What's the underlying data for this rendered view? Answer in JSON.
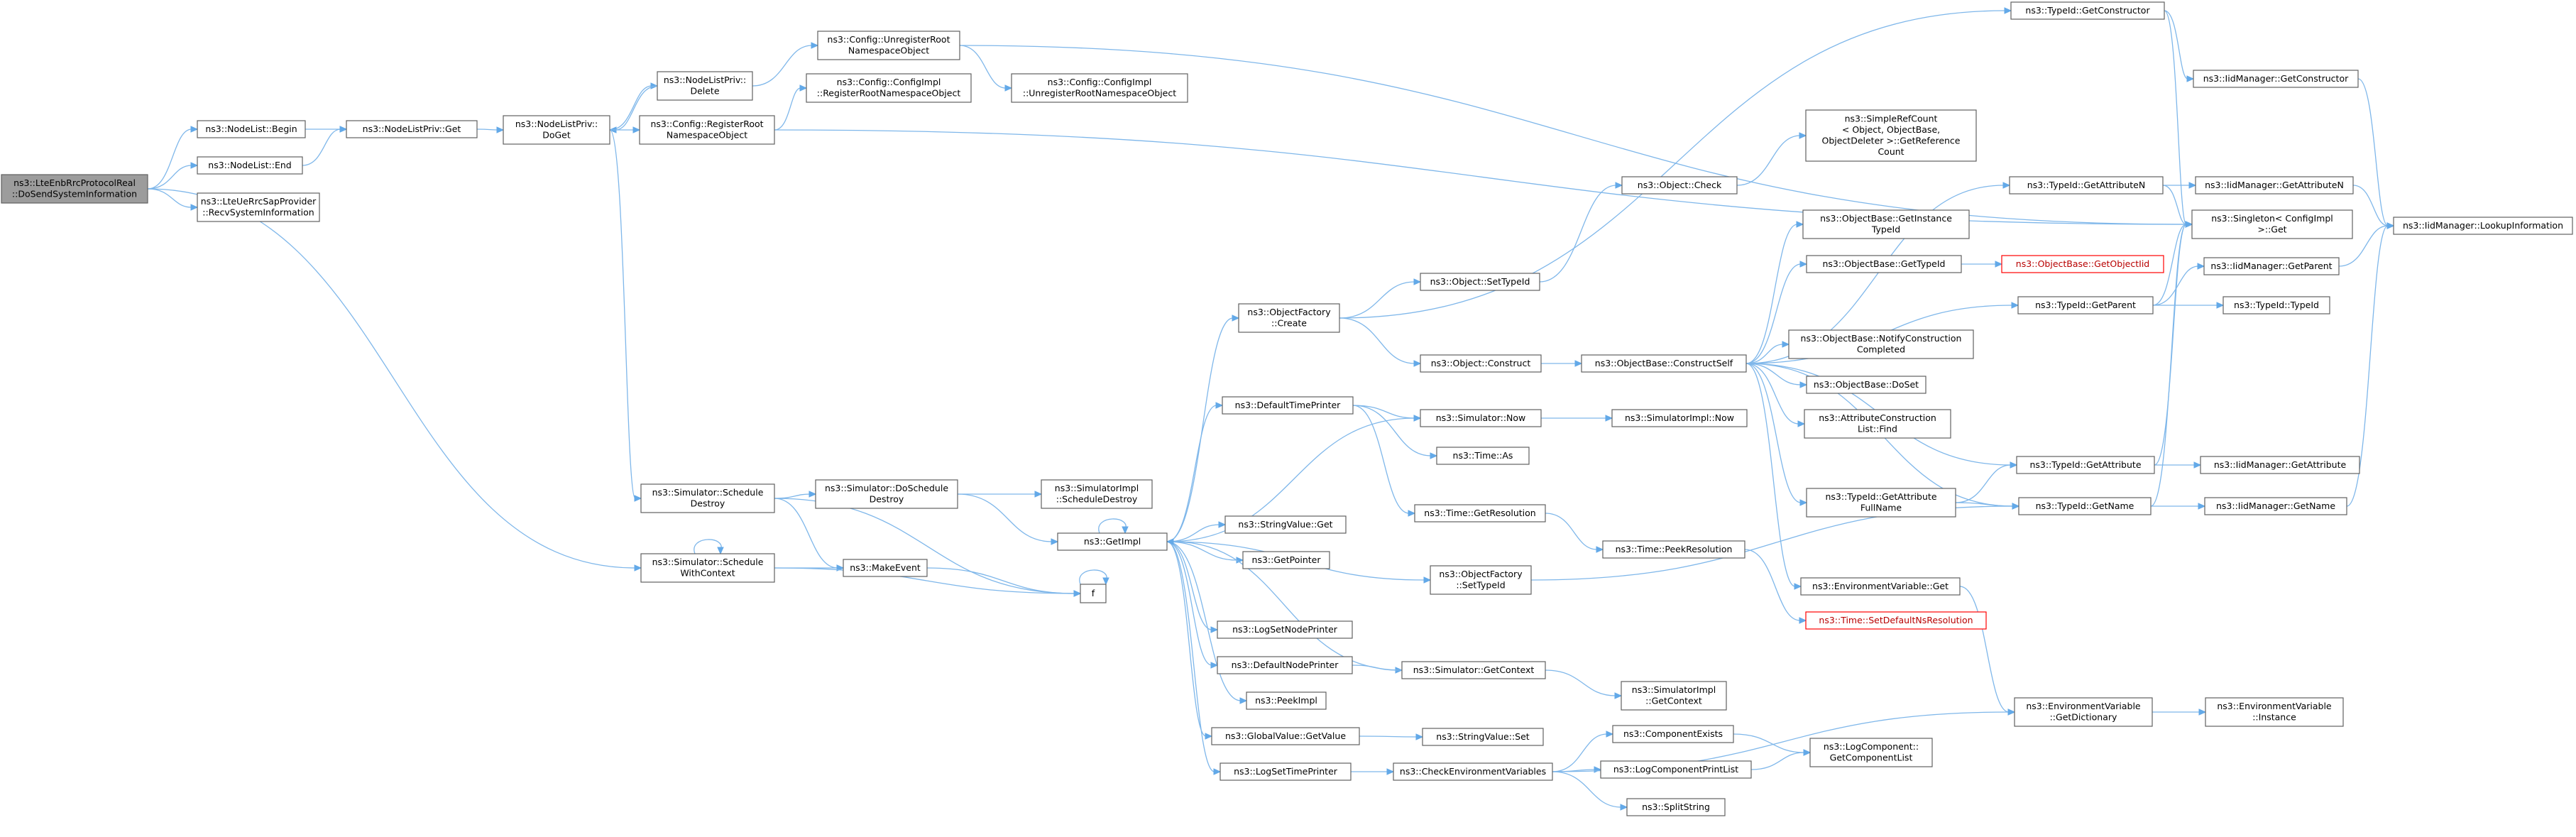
{
  "nodes": [
    {
      "id": "root",
      "lines": [
        "ns3::LteEnbRrcProtocolReal",
        "::DoSendSystemInformation"
      ],
      "style": "root"
    },
    {
      "id": "nl_begin",
      "lines": [
        "ns3::NodeList::Begin"
      ]
    },
    {
      "id": "nl_end",
      "lines": [
        "ns3::NodeList::End"
      ]
    },
    {
      "id": "recv_si",
      "lines": [
        "ns3::LteUeRrcSapProvider",
        "::RecvSystemInformation"
      ]
    },
    {
      "id": "nlp_get",
      "lines": [
        "ns3::NodeListPriv::Get"
      ]
    },
    {
      "id": "nlp_delete",
      "lines": [
        "ns3::NodeListPriv::",
        "Delete"
      ]
    },
    {
      "id": "nlp_doget",
      "lines": [
        "ns3::NodeListPriv::",
        "DoGet"
      ]
    },
    {
      "id": "cfg_unreg",
      "lines": [
        "ns3::Config::UnregisterRoot",
        "NamespaceObject"
      ]
    },
    {
      "id": "cfgimpl_reg",
      "lines": [
        "ns3::Config::ConfigImpl",
        "::RegisterRootNamespaceObject"
      ]
    },
    {
      "id": "cfgimpl_unreg",
      "lines": [
        "ns3::Config::ConfigImpl",
        "::UnregisterRootNamespaceObject"
      ]
    },
    {
      "id": "cfg_reg",
      "lines": [
        "ns3::Config::RegisterRoot",
        "NamespaceObject"
      ]
    },
    {
      "id": "sim_sched_destroy",
      "lines": [
        "ns3::Simulator::Schedule",
        "Destroy"
      ]
    },
    {
      "id": "sim_sched_ctx",
      "lines": [
        "ns3::Simulator::Schedule",
        "WithContext"
      ]
    },
    {
      "id": "sim_do_sched_destroy",
      "lines": [
        "ns3::Simulator::DoSchedule",
        "Destroy"
      ]
    },
    {
      "id": "make_event",
      "lines": [
        "ns3::MakeEvent"
      ]
    },
    {
      "id": "f",
      "lines": [
        "f"
      ]
    },
    {
      "id": "simimpl_sched_destroy",
      "lines": [
        "ns3::SimulatorImpl",
        "::ScheduleDestroy"
      ]
    },
    {
      "id": "get_impl",
      "lines": [
        "ns3::GetImpl"
      ]
    },
    {
      "id": "obj_factory_create",
      "lines": [
        "ns3::ObjectFactory",
        "::Create"
      ]
    },
    {
      "id": "default_time_printer",
      "lines": [
        "ns3::DefaultTimePrinter"
      ]
    },
    {
      "id": "string_value_get",
      "lines": [
        "ns3::StringValue::Get"
      ]
    },
    {
      "id": "get_pointer",
      "lines": [
        "ns3::GetPointer"
      ]
    },
    {
      "id": "log_set_node_printer",
      "lines": [
        "ns3::LogSetNodePrinter"
      ]
    },
    {
      "id": "default_node_printer",
      "lines": [
        "ns3::DefaultNodePrinter"
      ]
    },
    {
      "id": "peek_impl",
      "lines": [
        "ns3::PeekImpl"
      ]
    },
    {
      "id": "global_value_get",
      "lines": [
        "ns3::GlobalValue::GetValue"
      ]
    },
    {
      "id": "log_set_time_printer",
      "lines": [
        "ns3::LogSetTimePrinter"
      ]
    },
    {
      "id": "typeid_get_ctor",
      "lines": [
        "ns3::TypeId::GetConstructor"
      ]
    },
    {
      "id": "iid_get_ctor",
      "lines": [
        "ns3::IidManager::GetConstructor"
      ]
    },
    {
      "id": "simple_ref_count",
      "lines": [
        "ns3::SimpleRefCount",
        "< Object, ObjectBase,",
        "ObjectDeleter >::GetReference",
        "Count"
      ]
    },
    {
      "id": "object_check",
      "lines": [
        "ns3::Object::Check"
      ]
    },
    {
      "id": "typeid_get_attr_n",
      "lines": [
        "ns3::TypeId::GetAttributeN"
      ]
    },
    {
      "id": "iid_get_attr_n",
      "lines": [
        "ns3::IidManager::GetAttributeN"
      ]
    },
    {
      "id": "singleton_get",
      "lines": [
        "ns3::Singleton< ConfigImpl",
        ">::Get"
      ]
    },
    {
      "id": "iid_lookup",
      "lines": [
        "ns3::IidManager::LookupInformation"
      ]
    },
    {
      "id": "ob_get_instance_tid",
      "lines": [
        "ns3::ObjectBase::GetInstance",
        "TypeId"
      ]
    },
    {
      "id": "ob_get_type_id",
      "lines": [
        "ns3::ObjectBase::GetTypeId"
      ]
    },
    {
      "id": "ob_get_object_iid",
      "lines": [
        "ns3::ObjectBase::GetObjectIid"
      ],
      "style": "red"
    },
    {
      "id": "iid_get_parent",
      "lines": [
        "ns3::IidManager::GetParent"
      ]
    },
    {
      "id": "typeid_get_parent",
      "lines": [
        "ns3::TypeId::GetParent"
      ]
    },
    {
      "id": "typeid_typeid",
      "lines": [
        "ns3::TypeId::TypeId"
      ]
    },
    {
      "id": "object_set_type_id",
      "lines": [
        "ns3::Object::SetTypeId"
      ]
    },
    {
      "id": "object_construct",
      "lines": [
        "ns3::Object::Construct"
      ]
    },
    {
      "id": "ob_construct_self",
      "lines": [
        "ns3::ObjectBase::ConstructSelf"
      ]
    },
    {
      "id": "ob_notify_construction",
      "lines": [
        "ns3::ObjectBase::NotifyConstruction",
        "Completed"
      ]
    },
    {
      "id": "ob_do_set",
      "lines": [
        "ns3::ObjectBase::DoSet"
      ]
    },
    {
      "id": "attr_construction_list_find",
      "lines": [
        "ns3::AttributeConstruction",
        "List::Find"
      ]
    },
    {
      "id": "simulator_now",
      "lines": [
        "ns3::Simulator::Now"
      ]
    },
    {
      "id": "simimpl_now",
      "lines": [
        "ns3::SimulatorImpl::Now"
      ]
    },
    {
      "id": "time_as",
      "lines": [
        "ns3::Time::As"
      ]
    },
    {
      "id": "typeid_get_attr",
      "lines": [
        "ns3::TypeId::GetAttribute"
      ]
    },
    {
      "id": "iid_get_attr",
      "lines": [
        "ns3::IidManager::GetAttribute"
      ]
    },
    {
      "id": "typeid_get_attr_full",
      "lines": [
        "ns3::TypeId::GetAttribute",
        "FullName"
      ]
    },
    {
      "id": "typeid_get_name",
      "lines": [
        "ns3::TypeId::GetName"
      ]
    },
    {
      "id": "iid_get_name",
      "lines": [
        "ns3::IidManager::GetName"
      ]
    },
    {
      "id": "time_get_resolution",
      "lines": [
        "ns3::Time::GetResolution"
      ]
    },
    {
      "id": "time_peek_resolution",
      "lines": [
        "ns3::Time::PeekResolution"
      ]
    },
    {
      "id": "obj_factory_set_tid",
      "lines": [
        "ns3::ObjectFactory",
        "::SetTypeId"
      ]
    },
    {
      "id": "env_var_get",
      "lines": [
        "ns3::EnvironmentVariable::Get"
      ]
    },
    {
      "id": "time_set_default_ns",
      "lines": [
        "ns3::Time::SetDefaultNsResolution"
      ],
      "style": "red"
    },
    {
      "id": "sim_get_context",
      "lines": [
        "ns3::Simulator::GetContext"
      ]
    },
    {
      "id": "simimpl_get_context",
      "lines": [
        "ns3::SimulatorImpl",
        "::GetContext"
      ]
    },
    {
      "id": "env_var_get_dict",
      "lines": [
        "ns3::EnvironmentVariable",
        "::GetDictionary"
      ]
    },
    {
      "id": "env_var_instance",
      "lines": [
        "ns3::EnvironmentVariable",
        "::Instance"
      ]
    },
    {
      "id": "string_value_set",
      "lines": [
        "ns3::StringValue::Set"
      ]
    },
    {
      "id": "component_exists",
      "lines": [
        "ns3::ComponentExists"
      ]
    },
    {
      "id": "log_component_get_list",
      "lines": [
        "ns3::LogComponent::",
        "GetComponentList"
      ]
    },
    {
      "id": "log_component_print_list",
      "lines": [
        "ns3::LogComponentPrintList"
      ]
    },
    {
      "id": "check_env_vars",
      "lines": [
        "ns3::CheckEnvironmentVariables"
      ]
    },
    {
      "id": "split_string",
      "lines": [
        "ns3::SplitString"
      ]
    }
  ],
  "edges": [
    [
      "root",
      "nl_begin"
    ],
    [
      "root",
      "nl_end"
    ],
    [
      "root",
      "recv_si"
    ],
    [
      "root",
      "sim_sched_ctx"
    ],
    [
      "nl_begin",
      "nlp_get"
    ],
    [
      "nl_end",
      "nlp_get"
    ],
    [
      "nlp_get",
      "nlp_doget"
    ],
    [
      "nlp_doget",
      "nlp_delete"
    ],
    [
      "nlp_delete",
      "nlp_doget"
    ],
    [
      "nlp_delete",
      "cfg_unreg"
    ],
    [
      "nlp_doget",
      "cfg_reg"
    ],
    [
      "nlp_doget",
      "sim_sched_destroy"
    ],
    [
      "cfg_unreg",
      "cfgimpl_unreg"
    ],
    [
      "cfg_unreg",
      "singleton_get"
    ],
    [
      "cfg_reg",
      "cfgimpl_reg"
    ],
    [
      "cfg_reg",
      "singleton_get"
    ],
    [
      "sim_sched_destroy",
      "sim_do_sched_destroy"
    ],
    [
      "sim_sched_destroy",
      "make_event"
    ],
    [
      "sim_sched_destroy",
      "f"
    ],
    [
      "sim_sched_ctx",
      "sim_sched_ctx"
    ],
    [
      "sim_sched_ctx",
      "make_event"
    ],
    [
      "sim_sched_ctx",
      "f"
    ],
    [
      "sim_do_sched_destroy",
      "simimpl_sched_destroy"
    ],
    [
      "sim_do_sched_destroy",
      "get_impl"
    ],
    [
      "make_event",
      "f"
    ],
    [
      "f",
      "f"
    ],
    [
      "get_impl",
      "obj_factory_create"
    ],
    [
      "get_impl",
      "default_time_printer"
    ],
    [
      "get_impl",
      "simulator_now"
    ],
    [
      "get_impl",
      "string_value_get"
    ],
    [
      "get_impl",
      "get_pointer"
    ],
    [
      "get_impl",
      "obj_factory_set_tid"
    ],
    [
      "get_impl",
      "log_set_node_printer"
    ],
    [
      "get_impl",
      "default_node_printer"
    ],
    [
      "get_impl",
      "peek_impl"
    ],
    [
      "get_impl",
      "global_value_get"
    ],
    [
      "get_impl",
      "log_set_time_printer"
    ],
    [
      "get_impl",
      "get_impl"
    ],
    [
      "obj_factory_create",
      "typeid_get_ctor"
    ],
    [
      "obj_factory_create",
      "object_set_type_id"
    ],
    [
      "obj_factory_create",
      "object_construct"
    ],
    [
      "typeid_get_ctor",
      "iid_get_ctor"
    ],
    [
      "typeid_get_ctor",
      "singleton_get"
    ],
    [
      "iid_get_ctor",
      "iid_lookup"
    ],
    [
      "object_set_type_id",
      "object_check"
    ],
    [
      "object_check",
      "simple_ref_count"
    ],
    [
      "object_construct",
      "ob_construct_self"
    ],
    [
      "ob_construct_self",
      "typeid_get_attr_n"
    ],
    [
      "ob_construct_self",
      "ob_get_instance_tid"
    ],
    [
      "ob_construct_self",
      "ob_get_type_id"
    ],
    [
      "ob_construct_self",
      "typeid_get_parent"
    ],
    [
      "ob_construct_self",
      "ob_notify_construction"
    ],
    [
      "ob_construct_self",
      "ob_do_set"
    ],
    [
      "ob_construct_self",
      "attr_construction_list_find"
    ],
    [
      "ob_construct_self",
      "typeid_get_attr"
    ],
    [
      "ob_construct_self",
      "typeid_get_attr_full"
    ],
    [
      "ob_construct_self",
      "typeid_get_name"
    ],
    [
      "ob_construct_self",
      "env_var_get"
    ],
    [
      "typeid_get_attr_n",
      "iid_get_attr_n"
    ],
    [
      "typeid_get_attr_n",
      "singleton_get"
    ],
    [
      "iid_get_attr_n",
      "iid_lookup"
    ],
    [
      "ob_get_type_id",
      "ob_get_object_iid"
    ],
    [
      "typeid_get_parent",
      "iid_get_parent"
    ],
    [
      "typeid_get_parent",
      "typeid_typeid"
    ],
    [
      "typeid_get_parent",
      "singleton_get"
    ],
    [
      "iid_get_parent",
      "iid_lookup"
    ],
    [
      "default_time_printer",
      "simulator_now"
    ],
    [
      "default_time_printer",
      "time_as"
    ],
    [
      "default_time_printer",
      "time_get_resolution"
    ],
    [
      "simulator_now",
      "simimpl_now"
    ],
    [
      "typeid_get_attr",
      "iid_get_attr"
    ],
    [
      "typeid_get_attr",
      "singleton_get"
    ],
    [
      "typeid_get_attr_full",
      "typeid_get_attr"
    ],
    [
      "typeid_get_attr_full",
      "typeid_get_name"
    ],
    [
      "typeid_get_name",
      "iid_get_name"
    ],
    [
      "typeid_get_name",
      "singleton_get"
    ],
    [
      "iid_get_name",
      "iid_lookup"
    ],
    [
      "time_get_resolution",
      "time_peek_resolution"
    ],
    [
      "time_peek_resolution",
      "time_set_default_ns"
    ],
    [
      "obj_factory_set_tid",
      "typeid_get_name"
    ],
    [
      "env_var_get",
      "env_var_get_dict"
    ],
    [
      "env_var_get_dict",
      "env_var_instance"
    ],
    [
      "default_node_printer",
      "sim_get_context"
    ],
    [
      "sim_get_context",
      "simimpl_get_context"
    ],
    [
      "sim_get_context",
      "get_impl"
    ],
    [
      "global_value_get",
      "string_value_set"
    ],
    [
      "log_set_time_printer",
      "check_env_vars"
    ],
    [
      "check_env_vars",
      "component_exists"
    ],
    [
      "check_env_vars",
      "log_component_print_list"
    ],
    [
      "check_env_vars",
      "split_string"
    ],
    [
      "check_env_vars",
      "env_var_get_dict"
    ],
    [
      "component_exists",
      "log_component_get_list"
    ],
    [
      "log_component_print_list",
      "log_component_get_list"
    ]
  ]
}
